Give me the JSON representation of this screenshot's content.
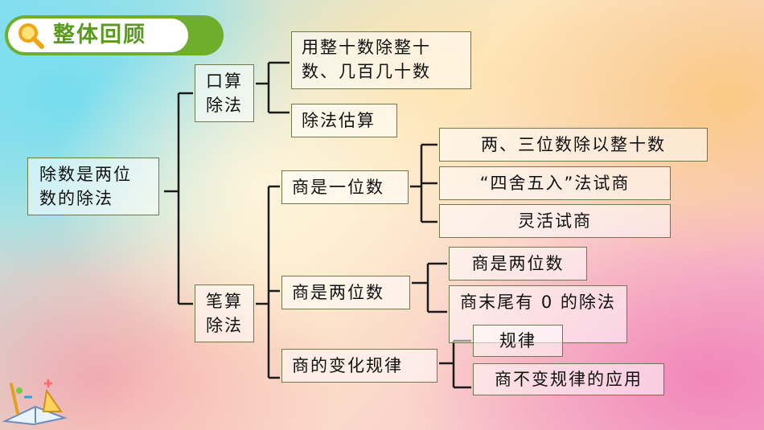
{
  "header": {
    "title": "整体回顾",
    "icon": "magnifier-icon",
    "color": "#6fae2c"
  },
  "root": {
    "label": "除数是两位数的除法"
  },
  "branches": {
    "oral": {
      "label": "口算除法",
      "children": [
        "用整十数除整十数、几百几十数",
        "除法估算"
      ]
    },
    "written": {
      "label": "笔算除法",
      "groups": [
        {
          "label": "商是一位数",
          "children": [
            "两、三位数除以整十数",
            "“四舍五入”法试商",
            "灵活试商"
          ]
        },
        {
          "label": "商是两位数",
          "children": [
            "商是两位数",
            "商末尾有 0 的除法"
          ]
        },
        {
          "label": "商的变化规律",
          "children": [
            "规律",
            "商不变规律的应用"
          ]
        }
      ]
    }
  },
  "decor": {
    "corner_illustration": "math-tools-icon"
  }
}
